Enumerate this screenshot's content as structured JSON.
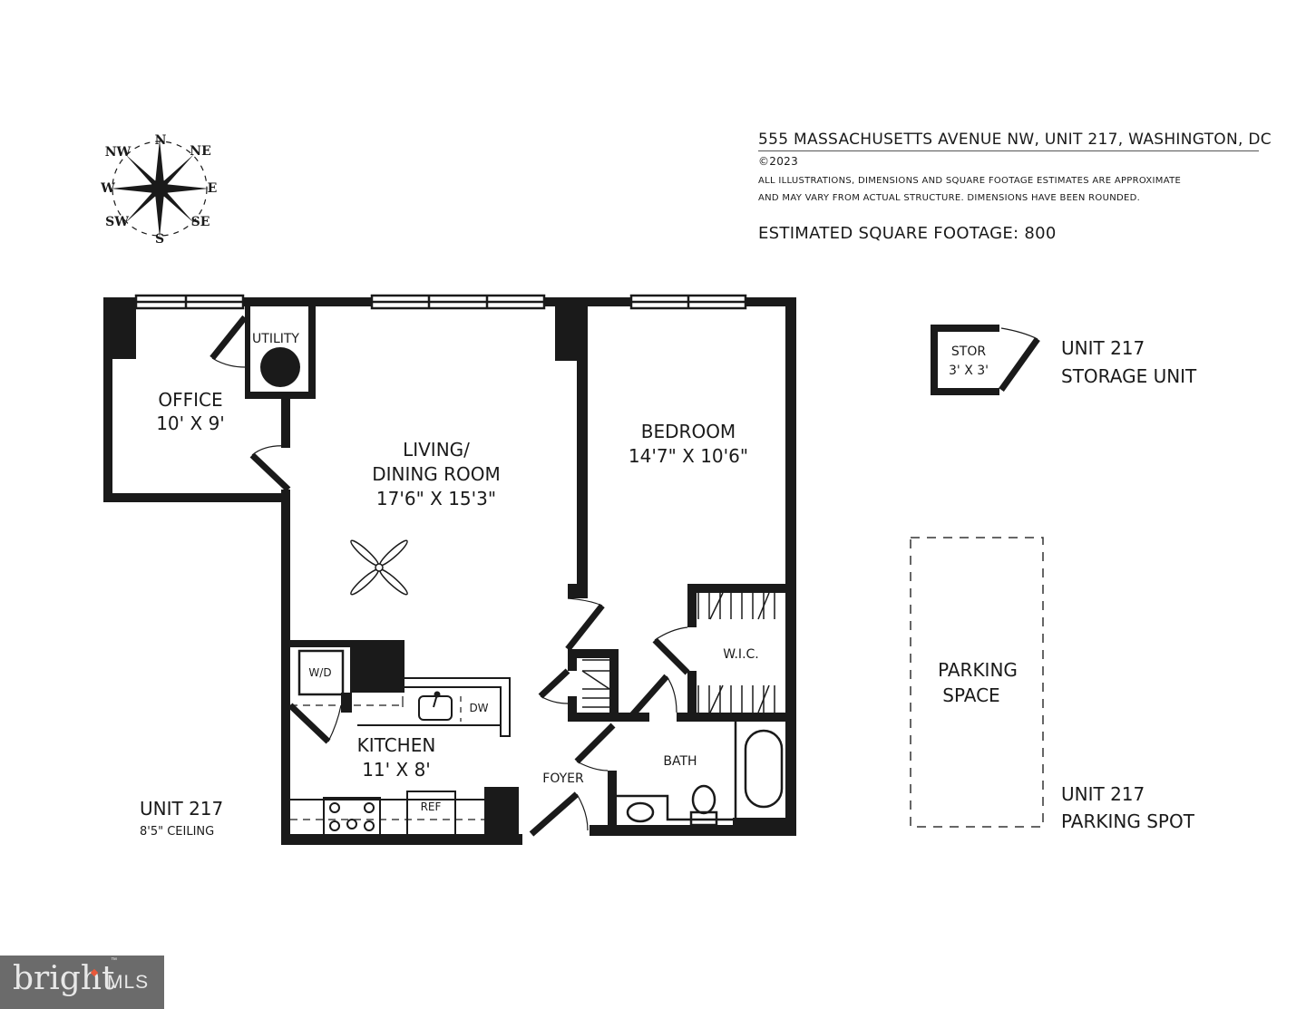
{
  "header": {
    "address": "555 MASSACHUSETTS AVENUE NW, UNIT 217, WASHINGTON, DC",
    "copyright": "©2023",
    "disclaimer_line1": "ALL ILLUSTRATIONS, DIMENSIONS AND SQUARE FOOTAGE ESTIMATES ARE APPROXIMATE",
    "disclaimer_line2": "AND MAY VARY FROM ACTUAL STRUCTURE. DIMENSIONS HAVE BEEN ROUNDED.",
    "square_footage": "ESTIMATED SQUARE FOOTAGE: 800"
  },
  "compass": {
    "directions": [
      "N",
      "NE",
      "E",
      "SE",
      "S",
      "SW",
      "W",
      "NW"
    ],
    "n": "N",
    "ne": "NE",
    "e": "E",
    "se": "SE",
    "s": "S",
    "sw": "SW",
    "w": "W",
    "nw": "NW"
  },
  "rooms": {
    "office": {
      "name": "OFFICE",
      "dims": "10' X 9'"
    },
    "utility": {
      "name": "UTILITY"
    },
    "living": {
      "name_line1": "LIVING/",
      "name_line2": "DINING ROOM",
      "dims": "17'6\" X 15'3\""
    },
    "bedroom": {
      "name": "BEDROOM",
      "dims": "14'7\" X 10'6\""
    },
    "kitchen": {
      "name": "KITCHEN",
      "dims": "11' X 8'"
    },
    "wic": {
      "name": "W.I.C."
    },
    "bath": {
      "name": "BATH"
    },
    "foyer": {
      "name": "FOYER"
    }
  },
  "fixtures": {
    "washer_dryer": "W/D",
    "dishwasher": "DW",
    "refrigerator": "REF"
  },
  "unit_info": {
    "unit": "UNIT 217",
    "ceiling": "8'5\" CEILING"
  },
  "storage": {
    "label_line1": "STOR",
    "label_line2": "3' X 3'",
    "caption_line1": "UNIT 217",
    "caption_line2": "STORAGE UNIT"
  },
  "parking": {
    "label_line1": "PARKING",
    "label_line2": "SPACE",
    "caption_line1": "UNIT 217",
    "caption_line2": "PARKING SPOT"
  },
  "branding": {
    "word": "bright",
    "suffix": "MLS",
    "tm": "™",
    "accent_color": "#e8583a",
    "badge_color": "#6b6b6b"
  },
  "colors": {
    "wall": "#1a1a1a",
    "background": "#ffffff"
  }
}
